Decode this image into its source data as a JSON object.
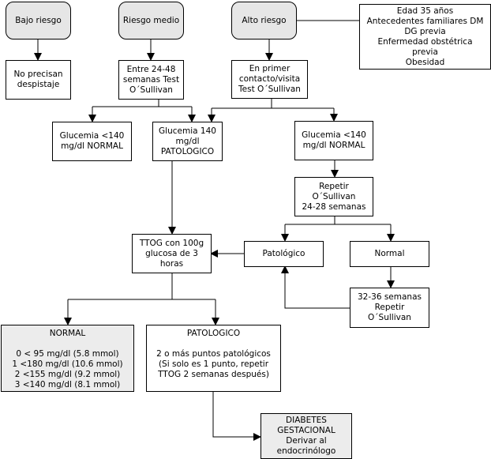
{
  "risk_levels": {
    "low": "Bajo riesgo",
    "medium": "Riesgo medio",
    "high": "Alto riesgo"
  },
  "high_risk_criteria": [
    "Edad 35 años",
    "Antecedentes familiares DM",
    "DG previa",
    "Enfermedad obstétrica",
    "previa",
    "Obesidad"
  ],
  "low_action": [
    "No precisan",
    "despistaje"
  ],
  "medium_action": [
    "Entre 24-48",
    "semanas Test",
    "O´Sullivan"
  ],
  "high_action": [
    "En primer",
    "contacto/visita",
    "Test O´Sullivan"
  ],
  "glucemia_normal_left": [
    "Glucemia <140",
    "mg/dl NORMAL"
  ],
  "glucemia_pathologic": [
    "Glucemia  140",
    "mg/dl",
    "PATOLOGICO"
  ],
  "glucemia_normal_right": [
    "Glucemia <140",
    "mg/dl NORMAL"
  ],
  "repeat_test": [
    "Repetir",
    "O´Sullivan",
    "24-28 semanas"
  ],
  "ttog": [
    "TTOG con 100g",
    "glucosa de 3",
    "horas"
  ],
  "pathologic": "Patológico",
  "normal": "Normal",
  "repeat_late": [
    "32-36 semanas",
    "Repetir",
    "O´Sullivan"
  ],
  "result_normal": {
    "title": "NORMAL",
    "lines": [
      "0 < 95 mg/dl (5.8 mmol)",
      "1 <180 mg/dl (10.6 mmol)",
      "2 <155 mg/dl (9.2 mmol)",
      "3 <140 mg/dl (8.1 mmol)"
    ]
  },
  "result_pathologic": {
    "title": "PATOLOGICO",
    "lines": [
      "2 o más puntos patológicos",
      "(Si solo es 1 punto, repetir",
      "TTOG 2 semanas después)"
    ]
  },
  "diagnosis": [
    "DIABETES",
    "GESTACIONAL",
    "Derivar al",
    "endocrinólogo"
  ],
  "colors": {
    "node_fill": "#e6e6e6",
    "result_fill": "#ececec",
    "line": "#000000"
  }
}
